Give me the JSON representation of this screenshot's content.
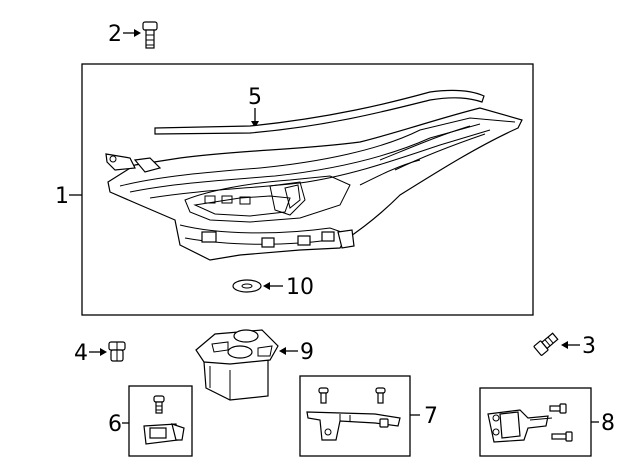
{
  "callouts": {
    "c1": "1",
    "c2": "2",
    "c3": "3",
    "c4": "4",
    "c5": "5",
    "c6": "6",
    "c7": "7",
    "c8": "8",
    "c9": "9",
    "c10": "10"
  },
  "parts": [
    {
      "id": "1",
      "name": "headlamp-assembly"
    },
    {
      "id": "2",
      "name": "bolt"
    },
    {
      "id": "3",
      "name": "bolt"
    },
    {
      "id": "4",
      "name": "nut"
    },
    {
      "id": "5",
      "name": "seal-strip"
    },
    {
      "id": "6",
      "name": "bracket-with-screw"
    },
    {
      "id": "7",
      "name": "repair-bracket-kit"
    },
    {
      "id": "8",
      "name": "module-bracket-kit"
    },
    {
      "id": "9",
      "name": "control-module"
    },
    {
      "id": "10",
      "name": "washer"
    }
  ]
}
